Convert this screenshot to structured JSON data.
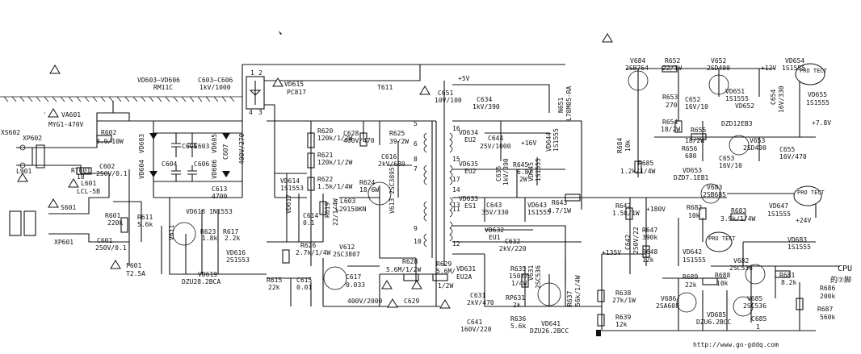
{
  "labels": [
    {
      "id": "xs602",
      "text": "XS602"
    },
    {
      "id": "xp602",
      "text": "XP602"
    },
    {
      "id": "l901",
      "text": "L901"
    },
    {
      "id": "va601",
      "text": "VA601"
    },
    {
      "id": "myg",
      "text": "MYG1-470V"
    },
    {
      "id": "r602",
      "text": "R602"
    },
    {
      "id": "r602v",
      "text": "3.9/10W"
    },
    {
      "id": "rt601",
      "text": "RT601"
    },
    {
      "id": "rt601v",
      "text": "18"
    },
    {
      "id": "c602",
      "text": "C602"
    },
    {
      "id": "c602v",
      "text": "250V/0.1"
    },
    {
      "id": "l601",
      "text": "L601"
    },
    {
      "id": "l601v",
      "text": "LCL-5B"
    },
    {
      "id": "s601",
      "text": "S601"
    },
    {
      "id": "xp601",
      "text": "XP601"
    },
    {
      "id": "r601",
      "text": "R601"
    },
    {
      "id": "r601v",
      "text": "220k"
    },
    {
      "id": "c601",
      "text": "C601"
    },
    {
      "id": "c601v",
      "text": "250V/0.1"
    },
    {
      "id": "f601",
      "text": "F601"
    },
    {
      "id": "f601v",
      "text": "T2.5A"
    },
    {
      "id": "vd603",
      "text": "VD603~VD606"
    },
    {
      "id": "rm11c",
      "text": "RM11C"
    },
    {
      "id": "c603",
      "text": "C603~C606"
    },
    {
      "id": "c603v",
      "text": "1kV/1000"
    },
    {
      "id": "vd603b",
      "text": "VD603"
    },
    {
      "id": "vd604",
      "text": "VD604"
    },
    {
      "id": "vd605",
      "text": "VD605"
    },
    {
      "id": "vd606",
      "text": "VD606"
    },
    {
      "id": "c605",
      "text": "C605"
    },
    {
      "id": "c606",
      "text": "C606"
    },
    {
      "id": "c604",
      "text": "C604"
    },
    {
      "id": "c603b",
      "text": "C603"
    },
    {
      "id": "c607",
      "text": "C607"
    },
    {
      "id": "c607v",
      "text": "400V/270"
    },
    {
      "id": "c613",
      "text": "C613"
    },
    {
      "id": "c613v",
      "text": "4700"
    },
    {
      "id": "r611",
      "text": "R611"
    },
    {
      "id": "r611v",
      "text": "5.6k"
    },
    {
      "id": "vd618",
      "text": "VD618 1N1553"
    },
    {
      "id": "v611",
      "text": "V611"
    },
    {
      "id": "r623",
      "text": "R623"
    },
    {
      "id": "r623v",
      "text": "1.8k"
    },
    {
      "id": "r617",
      "text": "R617"
    },
    {
      "id": "r617v",
      "text": "2.2k"
    },
    {
      "id": "vd616",
      "text": "VD616"
    },
    {
      "id": "vd616v",
      "text": "2S1553"
    },
    {
      "id": "vd619",
      "text": "VD619"
    },
    {
      "id": "dzu",
      "text": "DZU28.2BCA"
    },
    {
      "id": "vd615",
      "text": "VD615"
    },
    {
      "id": "pc817",
      "text": "PC817"
    },
    {
      "id": "r620",
      "text": "R620"
    },
    {
      "id": "r620v",
      "text": "120k/1/2W"
    },
    {
      "id": "r621",
      "text": "R621"
    },
    {
      "id": "r621v",
      "text": "120k/1/2W"
    },
    {
      "id": "r622",
      "text": "R622"
    },
    {
      "id": "r622v",
      "text": "1.5k/1/4W"
    },
    {
      "id": "vd614",
      "text": "VD614"
    },
    {
      "id": "vd614v",
      "text": "1S1553"
    },
    {
      "id": "vd617",
      "text": "VD617"
    },
    {
      "id": "c614",
      "text": "C614"
    },
    {
      "id": "c614v",
      "text": "0.1"
    },
    {
      "id": "r619",
      "text": "R619"
    },
    {
      "id": "r619v",
      "text": "22/1/4W"
    },
    {
      "id": "c628",
      "text": "C628"
    },
    {
      "id": "c628v",
      "text": "400V/470"
    },
    {
      "id": "r625",
      "text": "R625"
    },
    {
      "id": "r625v",
      "text": "39/2W"
    },
    {
      "id": "c616",
      "text": "C616"
    },
    {
      "id": "c616v",
      "text": "2kV/680"
    },
    {
      "id": "r624",
      "text": "R624"
    },
    {
      "id": "r624v",
      "text": "18/6W"
    },
    {
      "id": "l603",
      "text": "L603"
    },
    {
      "id": "l603v",
      "text": "L29150KN"
    },
    {
      "id": "v613",
      "text": "V613 2SC3895"
    },
    {
      "id": "r626",
      "text": "R626"
    },
    {
      "id": "r626v",
      "text": "2.7k/1/4W"
    },
    {
      "id": "v612",
      "text": "V612"
    },
    {
      "id": "v612v",
      "text": "2SC3807"
    },
    {
      "id": "r615",
      "text": "R615"
    },
    {
      "id": "r615v",
      "text": "22k"
    },
    {
      "id": "c615",
      "text": "C615"
    },
    {
      "id": "c615v",
      "text": "0.01"
    },
    {
      "id": "c617",
      "text": "C617"
    },
    {
      "id": "c617v",
      "text": "0.033"
    },
    {
      "id": "r628",
      "text": "R628"
    },
    {
      "id": "r628v",
      "text": "5.6M/1/2W"
    },
    {
      "id": "r629",
      "text": "R629"
    },
    {
      "id": "r629v",
      "text": "5.6M/"
    },
    {
      "id": "r629w",
      "text": "1/2W"
    },
    {
      "id": "c629",
      "text": "C629"
    },
    {
      "id": "c629v",
      "text": "400V/2000"
    },
    {
      "id": "t611",
      "text": "T611"
    },
    {
      "id": "c651",
      "text": "C651"
    },
    {
      "id": "c651v",
      "text": "10V/100"
    },
    {
      "id": "p5v",
      "text": "+5V"
    },
    {
      "id": "c634",
      "text": "C634"
    },
    {
      "id": "c634v",
      "text": "1kV/390"
    },
    {
      "id": "n651",
      "text": "N651"
    },
    {
      "id": "n651v",
      "text": "L78M05-RA"
    },
    {
      "id": "vd634",
      "text": "VD634"
    },
    {
      "id": "vd634v",
      "text": "EU2"
    },
    {
      "id": "c644",
      "text": "C644"
    },
    {
      "id": "c644v",
      "text": "25V/1000"
    },
    {
      "id": "p16v",
      "text": "+16V"
    },
    {
      "id": "vd644",
      "text": "VD644"
    },
    {
      "id": "vd644v",
      "text": "1S1555"
    },
    {
      "id": "vd635",
      "text": "VD635"
    },
    {
      "id": "vd635v",
      "text": "EU2"
    },
    {
      "id": "c635",
      "text": "C635"
    },
    {
      "id": "c635v",
      "text": "1kV/390"
    },
    {
      "id": "r645",
      "text": "R645"
    },
    {
      "id": "r645v",
      "text": "6.8/"
    },
    {
      "id": "r645w",
      "text": "2W"
    },
    {
      "id": "vd645",
      "text": "VD645"
    },
    {
      "id": "vd645v",
      "text": "1S1555"
    },
    {
      "id": "vd633",
      "text": "VD633"
    },
    {
      "id": "vd633v",
      "text": "ES1"
    },
    {
      "id": "c643",
      "text": "C643"
    },
    {
      "id": "c643v",
      "text": "35V/330"
    },
    {
      "id": "vd643",
      "text": "VD643"
    },
    {
      "id": "vd643v",
      "text": "1S1555"
    },
    {
      "id": "r643",
      "text": "R643"
    },
    {
      "id": "r643v",
      "text": "4.7/1W"
    },
    {
      "id": "vd632",
      "text": "VD632"
    },
    {
      "id": "vd632v",
      "text": "EU1"
    },
    {
      "id": "c632",
      "text": "C632"
    },
    {
      "id": "c632v",
      "text": "2kV/220"
    },
    {
      "id": "p135v",
      "text": "+135V"
    },
    {
      "id": "vd631",
      "text": "VD631"
    },
    {
      "id": "vd631v",
      "text": "EU2A"
    },
    {
      "id": "c631",
      "text": "C631"
    },
    {
      "id": "c631v",
      "text": "2kV/470"
    },
    {
      "id": "c641",
      "text": "C641"
    },
    {
      "id": "c641v",
      "text": "160V/220"
    },
    {
      "id": "r635",
      "text": "R635"
    },
    {
      "id": "r635v",
      "text": "150k/"
    },
    {
      "id": "r635w",
      "text": "1/4W"
    },
    {
      "id": "rp631",
      "text": "RP631"
    },
    {
      "id": "rp631v",
      "text": "2k"
    },
    {
      "id": "r636",
      "text": "R636"
    },
    {
      "id": "r636v",
      "text": "5.6k"
    },
    {
      "id": "v631",
      "text": "V631"
    },
    {
      "id": "v631v",
      "text": "2SC536"
    },
    {
      "id": "vd641",
      "text": "VD641"
    },
    {
      "id": "vd641v",
      "text": "DZU26.2BCC"
    },
    {
      "id": "r637",
      "text": "R637"
    },
    {
      "id": "r637v",
      "text": "56k/1/4W"
    },
    {
      "id": "r638",
      "text": "R638"
    },
    {
      "id": "r638v",
      "text": "27k/1W"
    },
    {
      "id": "r639",
      "text": "R639"
    },
    {
      "id": "r639v",
      "text": "12k"
    },
    {
      "id": "v684",
      "text": "V684"
    },
    {
      "id": "v684v",
      "text": "2SB764"
    },
    {
      "id": "r652",
      "text": "R652"
    },
    {
      "id": "r652v",
      "text": "22/1W"
    },
    {
      "id": "v652",
      "text": "V652"
    },
    {
      "id": "v652v",
      "text": "2SD400"
    },
    {
      "id": "p12v",
      "text": "+12V"
    },
    {
      "id": "vd654",
      "text": "VD654"
    },
    {
      "id": "vd654v",
      "text": "1S1555"
    },
    {
      "id": "r653",
      "text": "R653"
    },
    {
      "id": "r653v",
      "text": "270"
    },
    {
      "id": "c652",
      "text": "C652"
    },
    {
      "id": "c652v",
      "text": "16V/10"
    },
    {
      "id": "vd651",
      "text": "VD651"
    },
    {
      "id": "vd651v",
      "text": "1S1555"
    },
    {
      "id": "vd652",
      "text": "VD652"
    },
    {
      "id": "dzd",
      "text": "DZD12EB3"
    },
    {
      "id": "c654",
      "text": "C654"
    },
    {
      "id": "c654v",
      "text": "16V/330"
    },
    {
      "id": "vd655",
      "text": "VD655"
    },
    {
      "id": "vd655v",
      "text": "1S1555"
    },
    {
      "id": "p78v",
      "text": "+7.8V"
    },
    {
      "id": "r654",
      "text": "R654"
    },
    {
      "id": "r654v",
      "text": "18/2W"
    },
    {
      "id": "r655",
      "text": "R655"
    },
    {
      "id": "r655v",
      "text": "18/2W"
    },
    {
      "id": "v653",
      "text": "V653"
    },
    {
      "id": "v653v",
      "text": "2SD400"
    },
    {
      "id": "r684",
      "text": "R684"
    },
    {
      "id": "r684v",
      "text": "10k"
    },
    {
      "id": "r685",
      "text": "R685"
    },
    {
      "id": "r685v",
      "text": "1.2k/1/4W"
    },
    {
      "id": "r656",
      "text": "R656"
    },
    {
      "id": "r656v",
      "text": "680"
    },
    {
      "id": "c653",
      "text": "C653"
    },
    {
      "id": "c653v",
      "text": "16V/10"
    },
    {
      "id": "c655",
      "text": "C655"
    },
    {
      "id": "c655v",
      "text": "16V/470"
    },
    {
      "id": "vd653",
      "text": "VD653"
    },
    {
      "id": "vd653v",
      "text": "DZD7.1EB1"
    },
    {
      "id": "v683",
      "text": "V683"
    },
    {
      "id": "v683v",
      "text": "2SB685"
    },
    {
      "id": "r642",
      "text": "R642"
    },
    {
      "id": "r642v",
      "text": "1.5k/1W"
    },
    {
      "id": "p180v",
      "text": "+180V"
    },
    {
      "id": "r682",
      "text": "R682"
    },
    {
      "id": "r682v",
      "text": "10k"
    },
    {
      "id": "r683",
      "text": "R683"
    },
    {
      "id": "r683v",
      "text": "3.9k/1/4W"
    },
    {
      "id": "vd647",
      "text": "VD647"
    },
    {
      "id": "vd647v",
      "text": "1S1555"
    },
    {
      "id": "p24v",
      "text": "+24V"
    },
    {
      "id": "c642",
      "text": "C642"
    },
    {
      "id": "c642v",
      "text": "250V/22"
    },
    {
      "id": "r647",
      "text": "R647"
    },
    {
      "id": "r647v",
      "text": "390k"
    },
    {
      "id": "vd642",
      "text": "VD642"
    },
    {
      "id": "vd642v",
      "text": "1S1555"
    },
    {
      "id": "r648",
      "text": "R648"
    },
    {
      "id": "r648v",
      "text": "12k"
    },
    {
      "id": "vd683",
      "text": "VD683"
    },
    {
      "id": "vd683v",
      "text": "1S1555"
    },
    {
      "id": "v682",
      "text": "V682"
    },
    {
      "id": "v682v",
      "text": "2SC536"
    },
    {
      "id": "r681",
      "text": "R681"
    },
    {
      "id": "r681v",
      "text": "8.2k"
    },
    {
      "id": "cpu",
      "text": "CPU"
    },
    {
      "id": "cpu2",
      "text": "的⑦脚"
    },
    {
      "id": "r689",
      "text": "R689"
    },
    {
      "id": "r689v",
      "text": "22k"
    },
    {
      "id": "r688",
      "text": "R688"
    },
    {
      "id": "r688v",
      "text": "10k"
    },
    {
      "id": "v686",
      "text": "V686"
    },
    {
      "id": "v686v",
      "text": "2SA608"
    },
    {
      "id": "v685",
      "text": "V685"
    },
    {
      "id": "v685v",
      "text": "2SC536"
    },
    {
      "id": "vd685",
      "text": "VD685"
    },
    {
      "id": "vd685v",
      "text": "DZU6.2BCC"
    },
    {
      "id": "c685",
      "text": "C685"
    },
    {
      "id": "c685v",
      "text": "1"
    },
    {
      "id": "r686",
      "text": "R686"
    },
    {
      "id": "r686v",
      "text": "200k"
    },
    {
      "id": "r687",
      "text": "R687"
    },
    {
      "id": "r687v",
      "text": "560k"
    },
    {
      "id": "url",
      "text": "http://www.go-gddq.com"
    }
  ],
  "protect": [
    "PRO TECT",
    "PRO TECT",
    "PRO TECT"
  ],
  "pins": [
    "1",
    "2",
    "3",
    "4",
    "5",
    "6",
    "7",
    "8",
    "9",
    "10",
    "11",
    "12",
    "13",
    "14",
    "15",
    "16",
    "17"
  ]
}
